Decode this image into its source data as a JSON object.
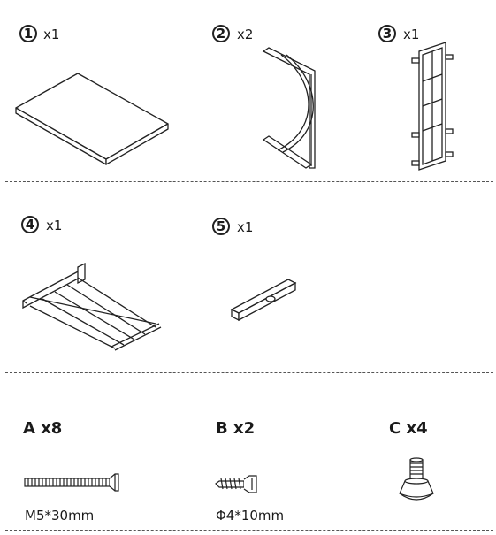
{
  "parts": [
    {
      "number": "1",
      "qty": "x1"
    },
    {
      "number": "2",
      "qty": "x2"
    },
    {
      "number": "3",
      "qty": "x1"
    },
    {
      "number": "4",
      "qty": "x1"
    },
    {
      "number": "5",
      "qty": "x1"
    }
  ],
  "hardware": [
    {
      "label": "A x8",
      "spec": "M5*30mm"
    },
    {
      "label": "B x2",
      "spec": "Φ4*10mm"
    },
    {
      "label": "C x4",
      "spec": ""
    }
  ]
}
